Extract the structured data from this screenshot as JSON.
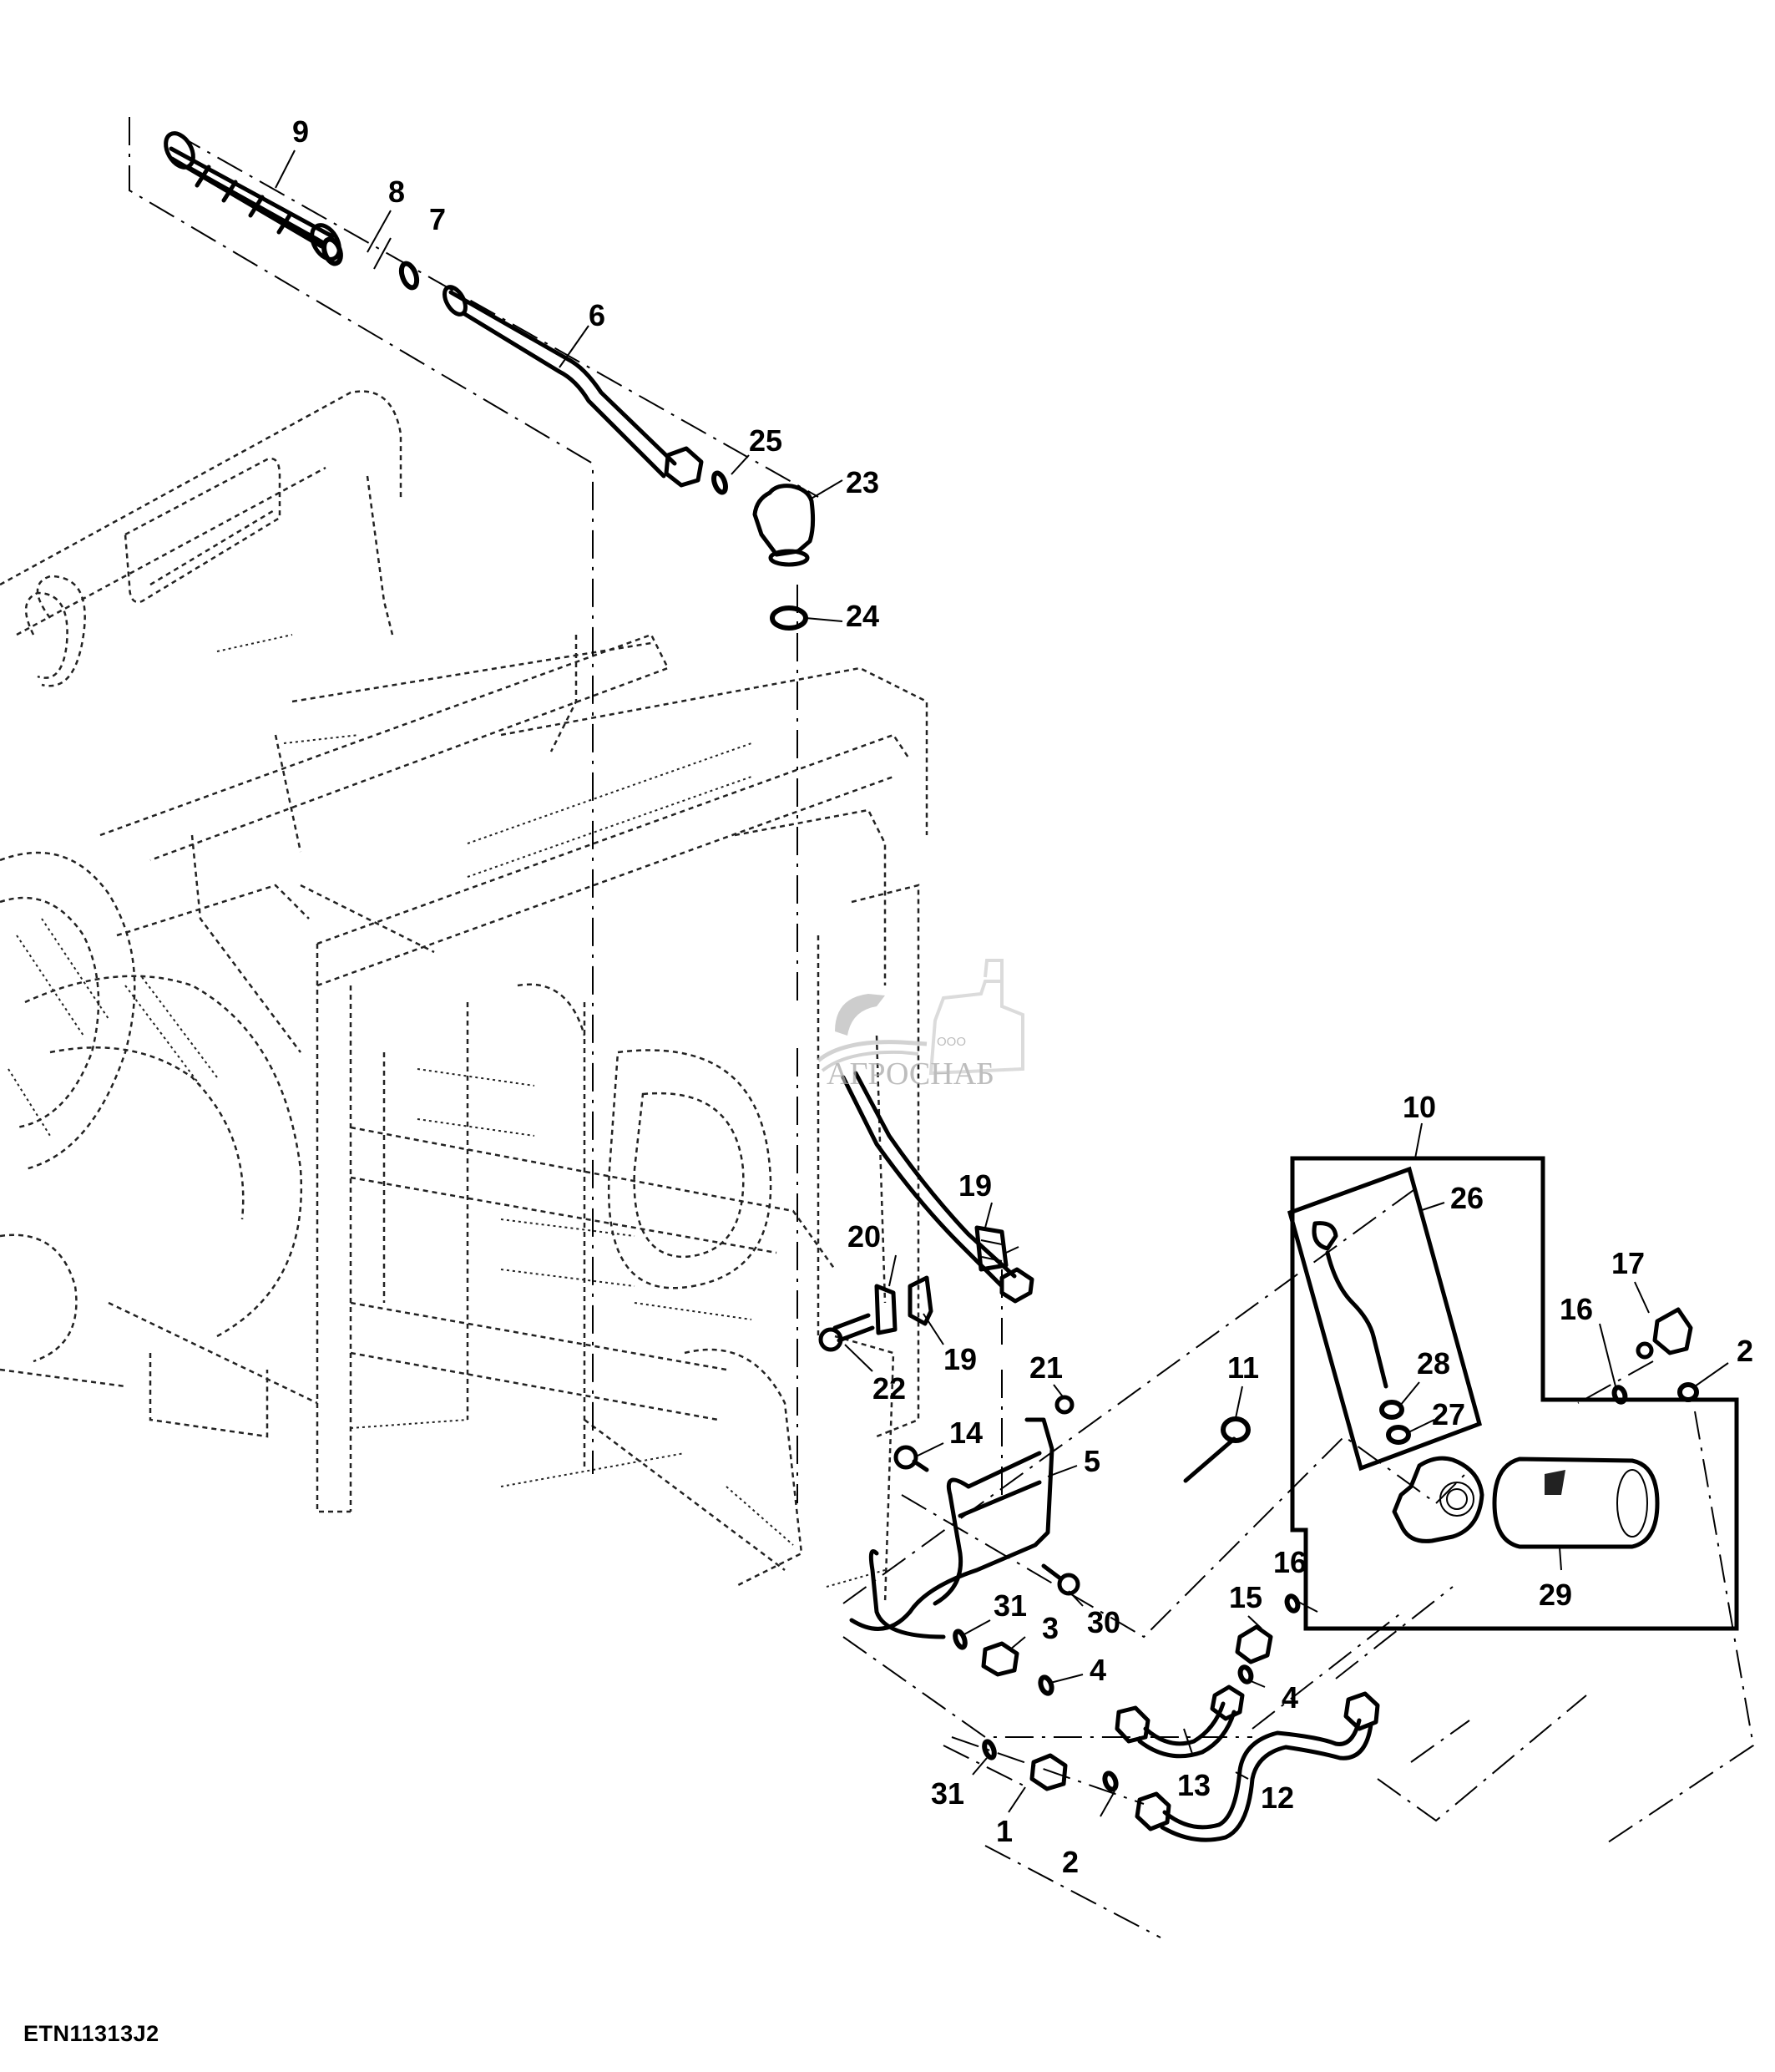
{
  "figure": {
    "id": "ETN11313J2",
    "type": "exploded parts diagram"
  },
  "watermark": {
    "prefix": "ООО",
    "brand": "АГРОСНАБ"
  },
  "callouts": [
    {
      "key": "c1",
      "label": "1"
    },
    {
      "key": "c2a",
      "label": "2"
    },
    {
      "key": "c2b",
      "label": "2"
    },
    {
      "key": "c3",
      "label": "3"
    },
    {
      "key": "c4a",
      "label": "4"
    },
    {
      "key": "c4b",
      "label": "4"
    },
    {
      "key": "c5",
      "label": "5"
    },
    {
      "key": "c6",
      "label": "6"
    },
    {
      "key": "c7",
      "label": "7"
    },
    {
      "key": "c8",
      "label": "8"
    },
    {
      "key": "c9",
      "label": "9"
    },
    {
      "key": "c10",
      "label": "10"
    },
    {
      "key": "c11",
      "label": "11"
    },
    {
      "key": "c12",
      "label": "12"
    },
    {
      "key": "c13",
      "label": "13"
    },
    {
      "key": "c14",
      "label": "14"
    },
    {
      "key": "c15",
      "label": "15"
    },
    {
      "key": "c16a",
      "label": "16"
    },
    {
      "key": "c16b",
      "label": "16"
    },
    {
      "key": "c17",
      "label": "17"
    },
    {
      "key": "c19a",
      "label": "19"
    },
    {
      "key": "c19b",
      "label": "19"
    },
    {
      "key": "c20",
      "label": "20"
    },
    {
      "key": "c21",
      "label": "21"
    },
    {
      "key": "c22",
      "label": "22"
    },
    {
      "key": "c23",
      "label": "23"
    },
    {
      "key": "c24",
      "label": "24"
    },
    {
      "key": "c25",
      "label": "25"
    },
    {
      "key": "c26",
      "label": "26"
    },
    {
      "key": "c27",
      "label": "27"
    },
    {
      "key": "c28",
      "label": "28"
    },
    {
      "key": "c29",
      "label": "29"
    },
    {
      "key": "c30",
      "label": "30"
    },
    {
      "key": "c31a",
      "label": "31"
    },
    {
      "key": "c31b",
      "label": "31"
    }
  ]
}
